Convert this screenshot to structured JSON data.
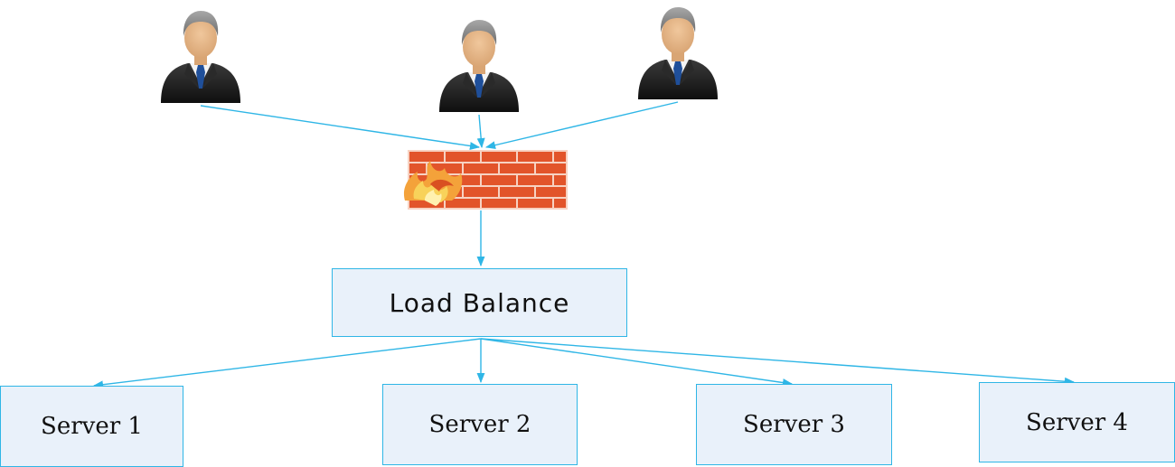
{
  "load_balancer": {
    "label": "Load Balance"
  },
  "servers": [
    {
      "label": "Server 1"
    },
    {
      "label": "Server 2"
    },
    {
      "label": "Server 3"
    },
    {
      "label": "Server 4"
    }
  ],
  "users": [
    {
      "icon": "businessman-icon"
    },
    {
      "icon": "businessman-icon"
    },
    {
      "icon": "businessman-icon"
    }
  ],
  "firewall": {
    "icon": "firewall-icon"
  },
  "colors": {
    "connector": "#2fb6e6",
    "box_fill": "#e9f1fa",
    "box_border": "#2fb6e6",
    "brick": "#e2542a",
    "suit": "#1c1c1c",
    "tie": "#1f4f9a",
    "skin": "#e6b88a",
    "hair": "#8d8d8d"
  }
}
